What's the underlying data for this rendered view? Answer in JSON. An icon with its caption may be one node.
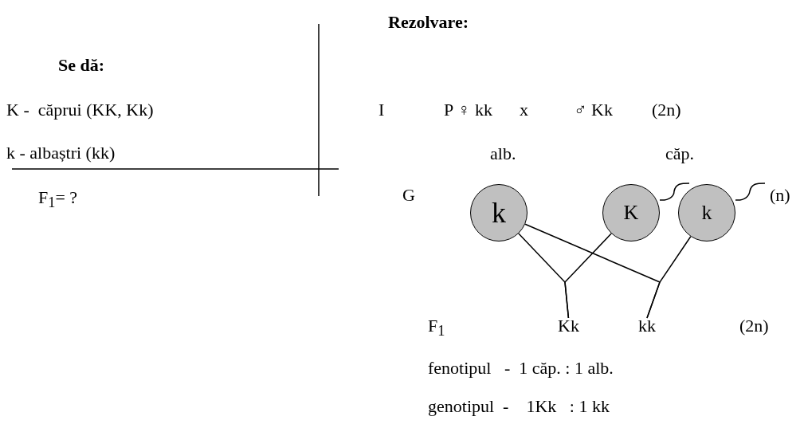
{
  "diagram": {
    "nodes": [
      {
        "text": [
          "k"
        ]
      },
      {
        "text": [
          "K"
        ]
      },
      {
        "text": [
          "k"
        ]
      },
      {
        "text": [
          "Kk"
        ]
      },
      {
        "text": [
          "kk"
        ]
      }
    ],
    "edges": [
      {
        "from": 0,
        "to": 3,
        "arrow": "none"
      },
      {
        "from": 1,
        "to": 3,
        "arrow": "none"
      },
      {
        "from": 0,
        "to": 4,
        "arrow": "none"
      },
      {
        "from": 2,
        "to": 4,
        "arrow": "none"
      }
    ],
    "labels": [
      "Rezolvare:",
      "Se dă:",
      "K -  căprui (KK, Kk)",
      "k - albaștri (kk)",
      "F$_{1}$= ?",
      "I",
      "P ♀ kk",
      "x",
      "♂ Kk",
      "(2n)",
      "alb.",
      "căp.",
      "G",
      "(n)",
      "F$_{1}$",
      "(2n)",
      "fenotipul   -  1 căp. : 1 alb.",
      "genotipul  -    1Kk   : 1 kk"
    ]
  }
}
